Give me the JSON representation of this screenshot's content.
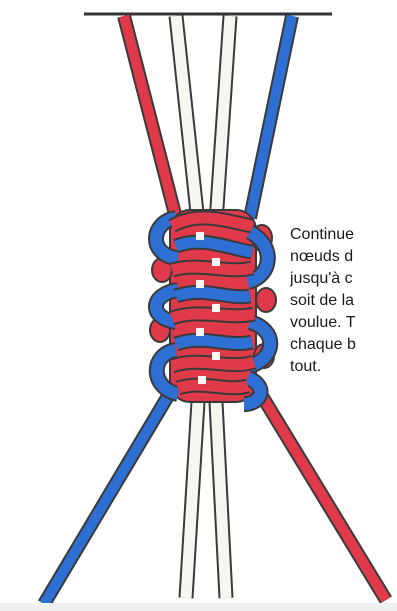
{
  "caption": {
    "lines": [
      "Continue",
      "nœuds d",
      "jusqu'à c",
      "soit de la",
      "voulue. T",
      "chaque b",
      "tout."
    ]
  },
  "colors": {
    "red_cord": "#e0394a",
    "blue_cord": "#2e6fd4",
    "white_cord": "#f7f6f2",
    "cord_outline": "#3a3a3a",
    "holding_bar": "#333333"
  },
  "icons": {
    "figure": "macrame-square-knot-sennit-illustration"
  }
}
